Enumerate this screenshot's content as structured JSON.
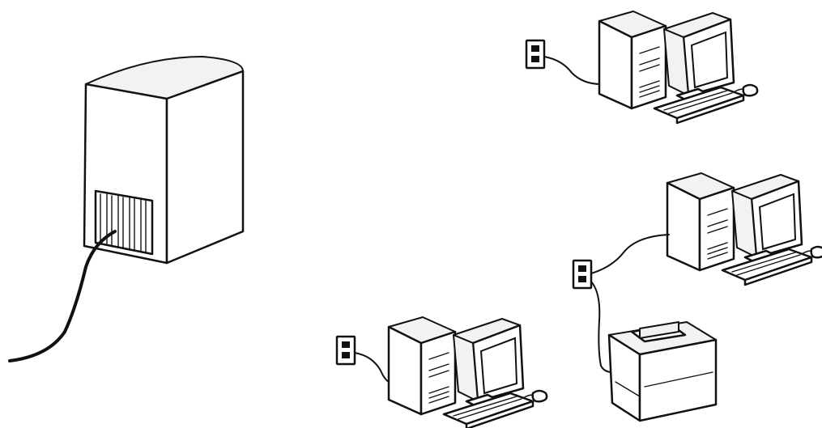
{
  "diagram": {
    "nodes": [
      {
        "id": "server",
        "kind": "server-tower"
      },
      {
        "id": "wall-jack-1",
        "kind": "wall-jack"
      },
      {
        "id": "workstation-1",
        "kind": "desktop-computer"
      },
      {
        "id": "wall-jack-2",
        "kind": "wall-jack"
      },
      {
        "id": "workstation-2",
        "kind": "desktop-computer"
      },
      {
        "id": "printer",
        "kind": "laser-printer"
      },
      {
        "id": "wall-jack-3",
        "kind": "wall-jack"
      },
      {
        "id": "workstation-3",
        "kind": "desktop-computer"
      }
    ],
    "edges": [
      {
        "from": "server",
        "to": "offscreen",
        "kind": "network-cable"
      },
      {
        "from": "wall-jack-1",
        "to": "workstation-1",
        "kind": "network-cable"
      },
      {
        "from": "wall-jack-2",
        "to": "workstation-2",
        "kind": "network-cable"
      },
      {
        "from": "wall-jack-2",
        "to": "printer",
        "kind": "network-cable"
      },
      {
        "from": "wall-jack-3",
        "to": "workstation-3",
        "kind": "network-cable"
      }
    ],
    "colors": {
      "ink": "#111111",
      "paper": "#ffffff"
    }
  }
}
